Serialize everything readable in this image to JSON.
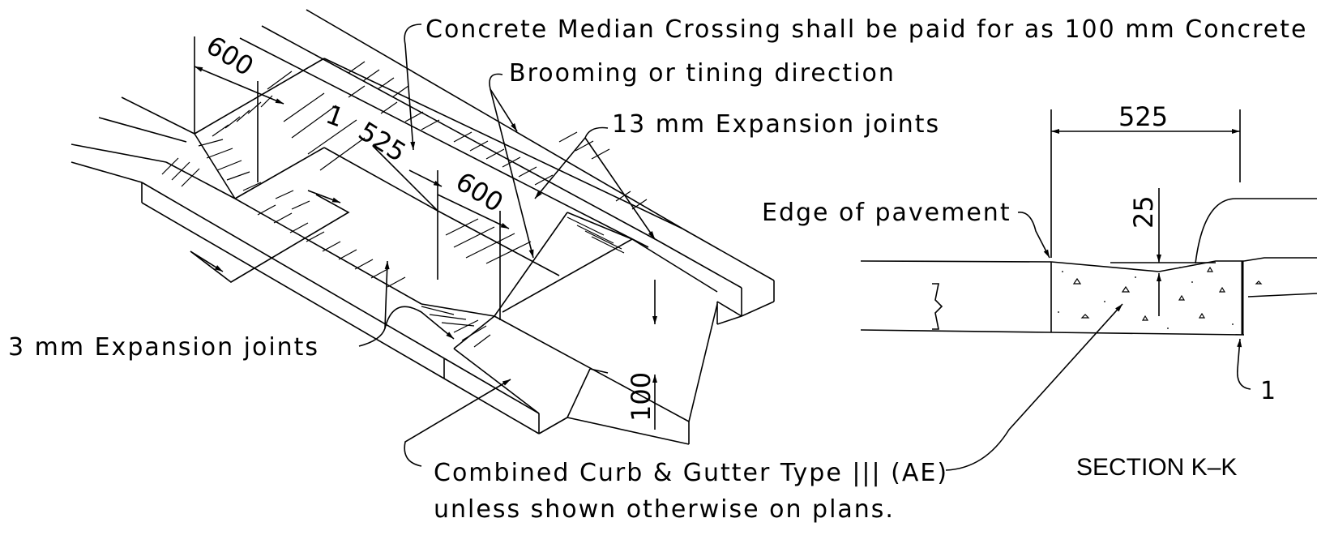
{
  "labels": {
    "median_crossing": "Concrete Median Crossing shall be paid for as 100 mm Concrete",
    "brooming": "Brooming or tining direction",
    "exp_13": "13 mm Expansion joints",
    "edge_pavement": "Edge of pavement",
    "exp_3": "3 mm Expansion joints",
    "curb_line1": "Combined Curb & Gutter Type ||| (AE)",
    "curb_line2": "unless shown otherwise on plans.",
    "section": "SECTION K–K",
    "section_partial": "1"
  },
  "dimensions": {
    "d600_a": "600",
    "d600_b": "600",
    "d525_iso": "525",
    "d525_section": "525",
    "d25": "25",
    "d100": "100",
    "slope": "1"
  }
}
